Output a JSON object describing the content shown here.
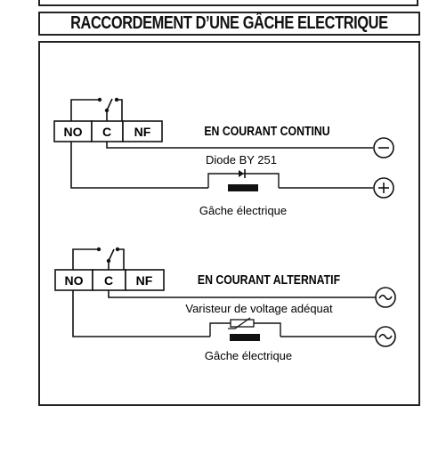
{
  "title": "RACCORDEMENT D’UNE GÂCHE ELECTRIQUE",
  "circuits": [
    {
      "terminals": [
        "NO",
        "C",
        "NF"
      ],
      "heading": "EN COURANT CONTINU",
      "component_label": "Diode BY 251",
      "load_label": "Gâche électrique",
      "top_symbol": "−",
      "bottom_symbol": "+"
    },
    {
      "terminals": [
        "NO",
        "C",
        "NF"
      ],
      "heading": "EN COURANT ALTERNATIF",
      "component_label": "Varisteur de voltage adéquat",
      "load_label": "Gâche électrique",
      "top_symbol": "~",
      "bottom_symbol": "~"
    }
  ]
}
